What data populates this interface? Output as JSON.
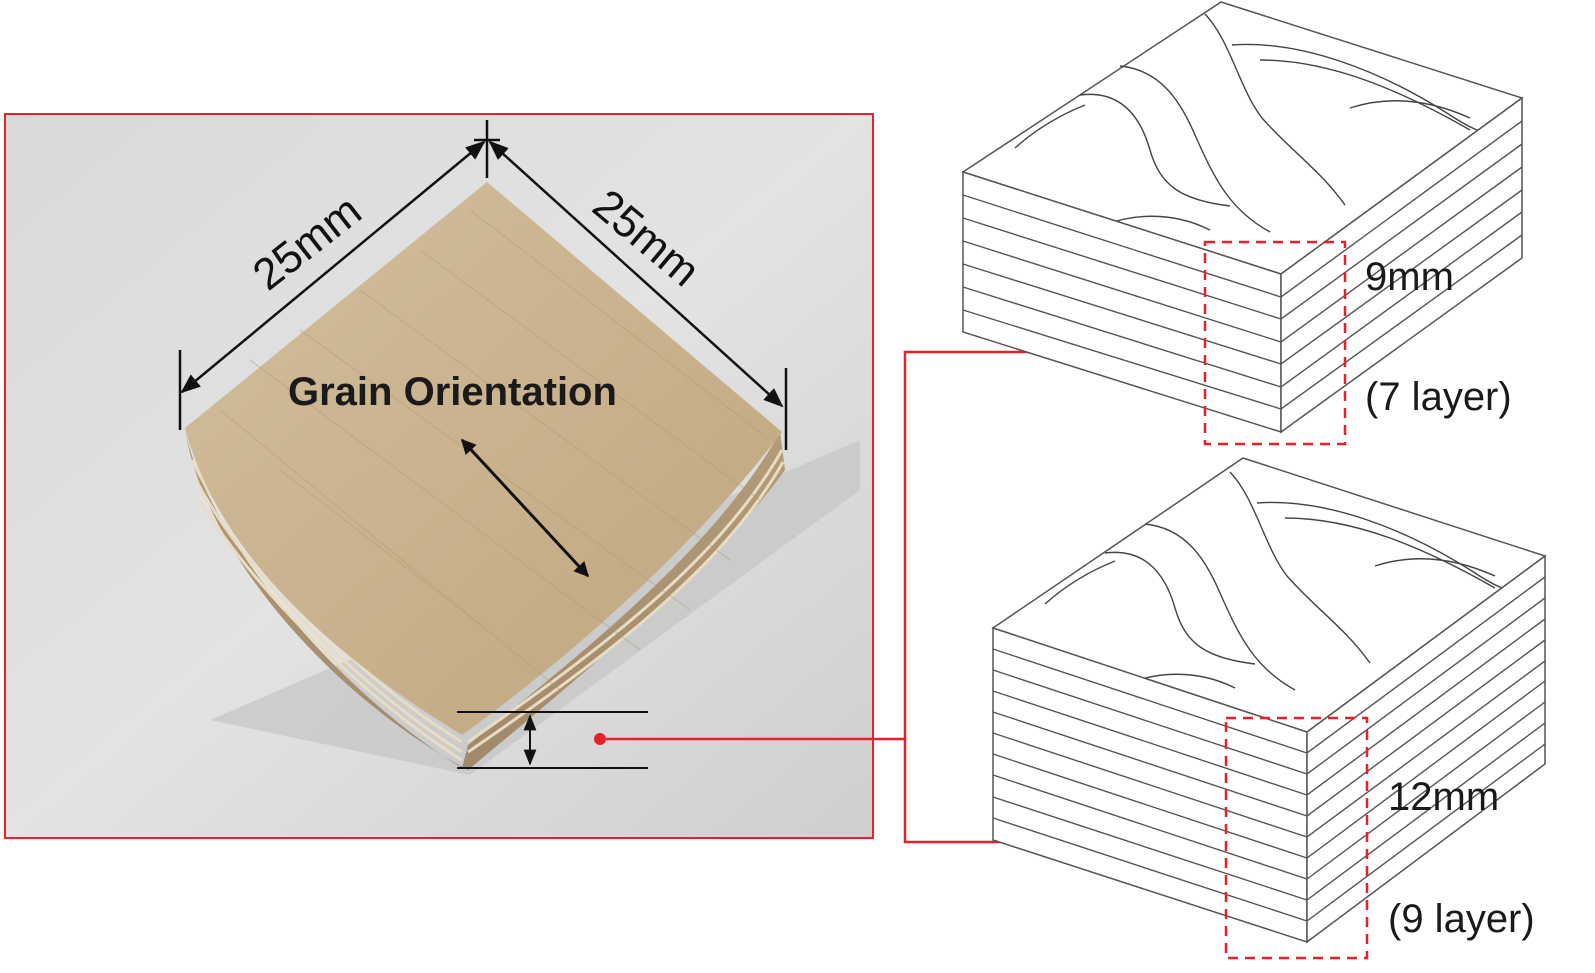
{
  "photo": {
    "width_label": "25mm",
    "depth_label": "25mm",
    "grain_label": "Grain Orientation"
  },
  "samples": [
    {
      "thickness": "9mm",
      "layers": "(7 layer)"
    },
    {
      "thickness": "12mm",
      "layers": "(9 layer)"
    }
  ],
  "colors": {
    "accent": "#e8202a",
    "wood": "#cbb592",
    "photo_background": "#dcdcdc",
    "line": "#111111"
  }
}
